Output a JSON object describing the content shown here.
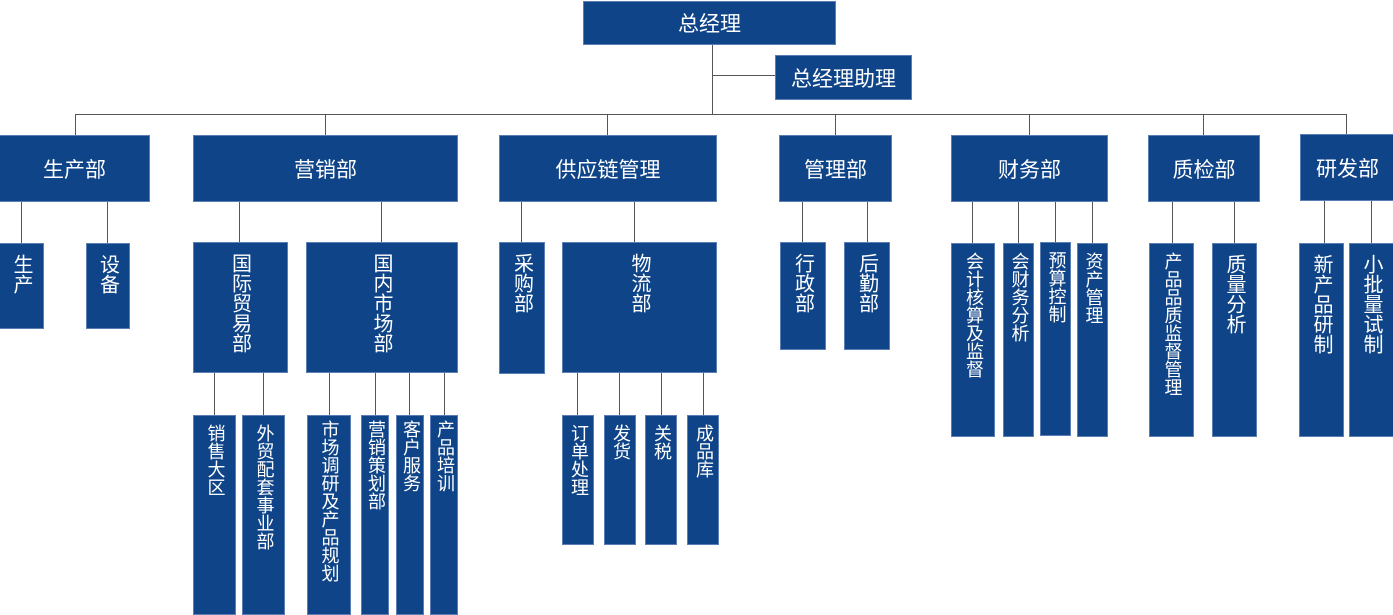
{
  "title": "组织架构图",
  "ceo": {
    "label": "总经理"
  },
  "assistant": {
    "label": "总经理助理"
  },
  "departments": [
    {
      "label": "生产部",
      "children": [
        {
          "label": "生产"
        },
        {
          "label": "设备"
        }
      ]
    },
    {
      "label": "营销部",
      "children": [
        {
          "label": "国际贸易部",
          "children": [
            {
              "label": "销售大区"
            },
            {
              "label": "外贸配套事业部"
            }
          ]
        },
        {
          "label": "国内市场部",
          "children": [
            {
              "label": "市场调研及产品规划"
            },
            {
              "label": "营销策划部"
            },
            {
              "label": "客户服务"
            },
            {
              "label": "产品培训"
            }
          ]
        }
      ]
    },
    {
      "label": "供应链管理",
      "children": [
        {
          "label": "采购部"
        },
        {
          "label": "物流部",
          "children": [
            {
              "label": "订单处理"
            },
            {
              "label": "发货"
            },
            {
              "label": "关税"
            },
            {
              "label": "成品库"
            }
          ]
        }
      ]
    },
    {
      "label": "管理部",
      "children": [
        {
          "label": "行政部"
        },
        {
          "label": "后勤部"
        }
      ]
    },
    {
      "label": "财务部",
      "children": [
        {
          "label": "会计核算及监督"
        },
        {
          "label": "会财务分析"
        },
        {
          "label": "预算控制"
        },
        {
          "label": "资产管理"
        }
      ]
    },
    {
      "label": "质检部",
      "children": [
        {
          "label": "产品品质监督管理"
        },
        {
          "label": "质量分析"
        }
      ]
    },
    {
      "label": "研发部",
      "children": [
        {
          "label": "新产品研制"
        },
        {
          "label": "小批量试制"
        }
      ]
    }
  ],
  "colors": {
    "box_fill": "#0f4588",
    "text": "#ffffff",
    "connector": "#555555"
  }
}
